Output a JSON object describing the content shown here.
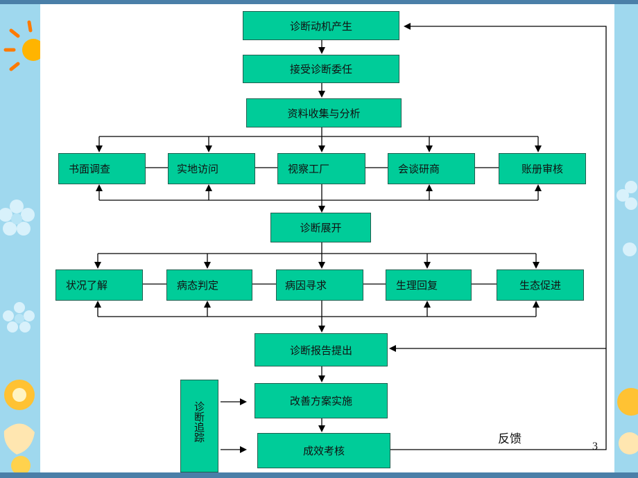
{
  "flowchart": {
    "nodes": {
      "motive": "诊断动机产生",
      "commission": "接受诊断委任",
      "collect": "资料收集与分析",
      "diagnose": "诊断展开",
      "report": "诊断报告提出",
      "implement": "改善方案实施",
      "evaluate": "成效考核"
    },
    "collection_methods": [
      "书面调查",
      "实地访问",
      "视察工厂",
      "会谈研商",
      "账册审核"
    ],
    "diagnosis_steps": [
      "状况了解",
      "病态判定",
      "病因寻求",
      "生理回复",
      "生态促进"
    ],
    "tracking": "诊断追踪",
    "feedback_label": "反馈"
  },
  "slide_number": "3",
  "colors": {
    "box_fill": "#00cc99",
    "box_border": "#1f5f4f",
    "background": "#9fd8ee"
  }
}
